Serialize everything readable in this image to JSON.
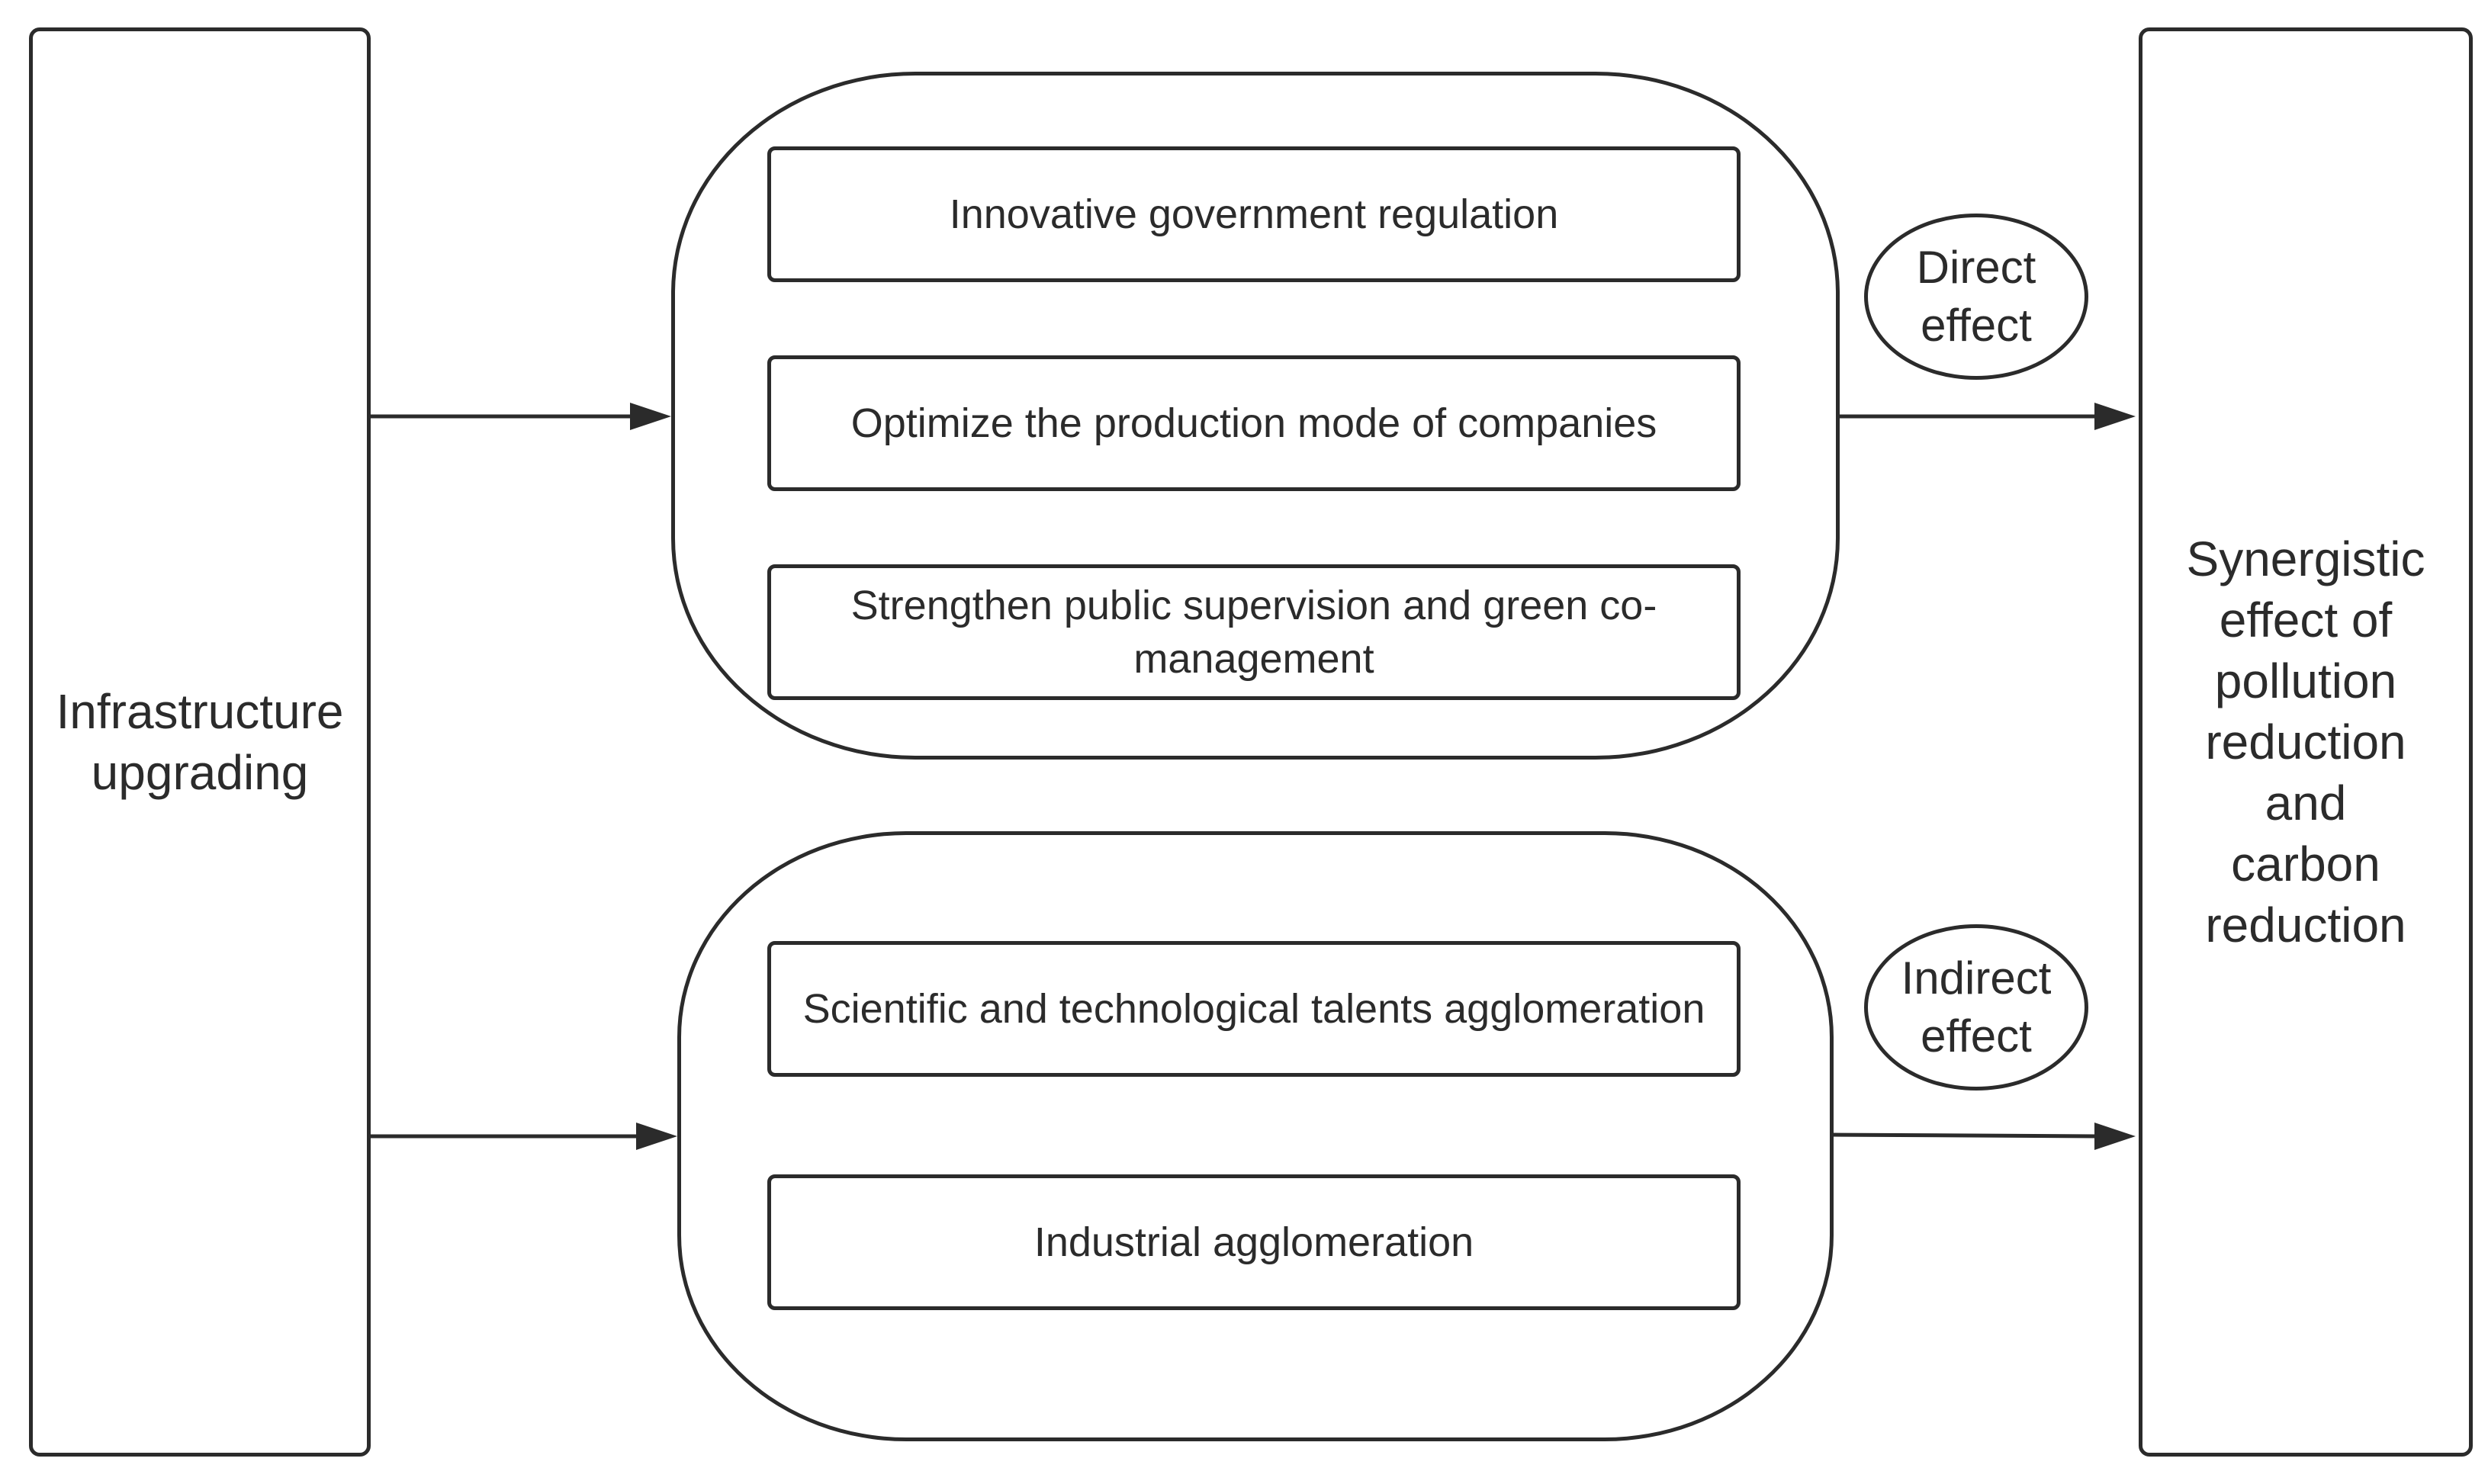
{
  "left_box": {
    "label": "Infrastructure upgrading"
  },
  "right_box": {
    "label": "Synergistic effect of pollution reduction and carbon reduction"
  },
  "direct_group": {
    "effect_label": "Direct effect",
    "items": [
      "Innovative government regulation",
      "Optimize the production mode of companies",
      "Strengthen public supervision and green co-management"
    ]
  },
  "indirect_group": {
    "effect_label": "Indirect effect",
    "items": [
      "Scientific and technological talents agglomeration",
      "Industrial agglomeration"
    ]
  },
  "colors": {
    "stroke": "#2b2b2b",
    "text": "#2b2b2b",
    "background": "#ffffff"
  }
}
